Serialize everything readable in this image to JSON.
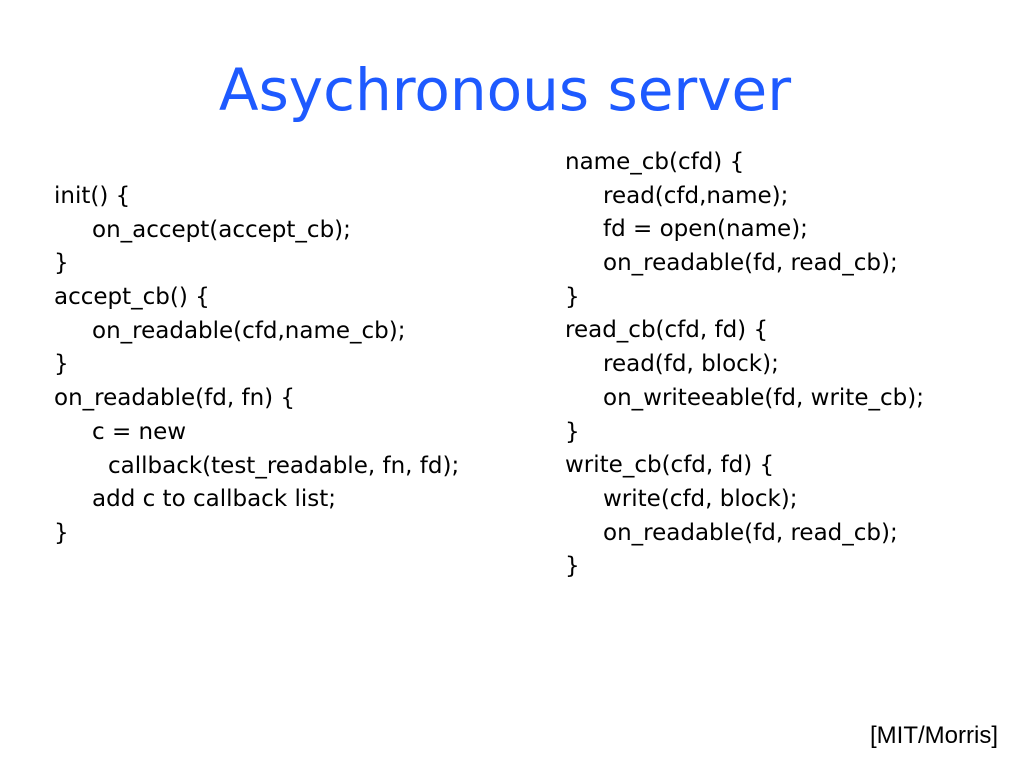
{
  "slide": {
    "title": "Asychronous server",
    "left_code": [
      "init() {",
      "on_accept(accept_cb);",
      "}",
      "accept_cb() {",
      "on_readable(cfd,name_cb);",
      "}",
      "on_readable(fd, fn) {",
      "c = new",
      "callback(test_readable, fn, fd);",
      "add c to callback list;",
      "}"
    ],
    "right_code": [
      "name_cb(cfd) {",
      "read(cfd,name);",
      "fd = open(name);",
      "on_readable(fd, read_cb);",
      "}",
      "read_cb(cfd, fd) {",
      "read(fd, block);",
      "on_writeeable(fd, write_cb);",
      "}",
      "write_cb(cfd, fd) {",
      "write(cfd, block);",
      "on_readable(fd, read_cb);",
      "}"
    ],
    "credit": "[MIT/Morris]"
  },
  "colors": {
    "background": "#ffffff",
    "title": "#1e5aff",
    "text": "#000000"
  }
}
